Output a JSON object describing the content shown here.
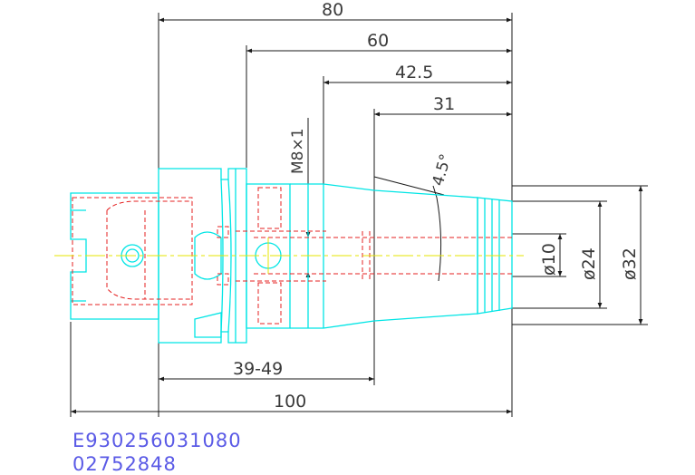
{
  "dimensions": {
    "overall_80": "80",
    "d60": "60",
    "d42_5": "42.5",
    "d31": "31",
    "thread": "M8×1",
    "taper_angle": "4.5°",
    "dia10": "ø10",
    "dia24": "ø24",
    "dia32": "ø32",
    "range": "39-49",
    "overall_100": "100"
  },
  "codes": {
    "part_number": "E930256031080",
    "serial": "02752848"
  },
  "colors": {
    "outline": "#00e5e5",
    "hidden": "#e52020",
    "center": "#e5e500",
    "dimension": "#1a1a1a",
    "code_text": "#5a5ae6"
  }
}
